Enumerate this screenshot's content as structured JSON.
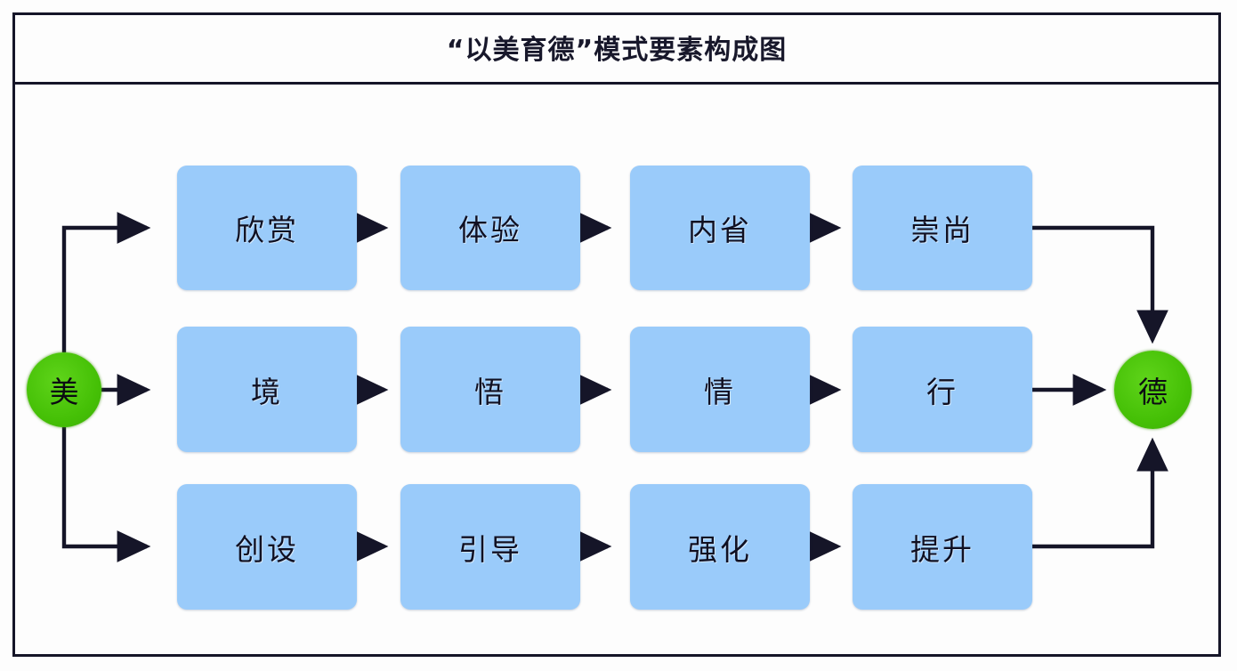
{
  "diagram": {
    "title": "“以美育德”模式要素构成图",
    "source_node": {
      "label": "美",
      "shape": "circle",
      "color": "#46c106"
    },
    "target_node": {
      "label": "德",
      "shape": "circle",
      "color": "#46c106"
    },
    "box_color": "#9ACBFA",
    "edge_color": "#151528",
    "frame_color": "#151528",
    "background": "#fdfdfd",
    "rows": [
      {
        "row_name": "row-aesthetic-cognition",
        "steps": [
          {
            "label": "欣赏"
          },
          {
            "label": "体验"
          },
          {
            "label": "内省"
          },
          {
            "label": "崇尚"
          }
        ]
      },
      {
        "row_name": "row-situation-action",
        "steps": [
          {
            "label": "境"
          },
          {
            "label": "悟"
          },
          {
            "label": "情"
          },
          {
            "label": "行"
          }
        ]
      },
      {
        "row_name": "row-teaching-method",
        "steps": [
          {
            "label": "创设"
          },
          {
            "label": "引导"
          },
          {
            "label": "强化"
          },
          {
            "label": "提升"
          }
        ]
      }
    ]
  }
}
